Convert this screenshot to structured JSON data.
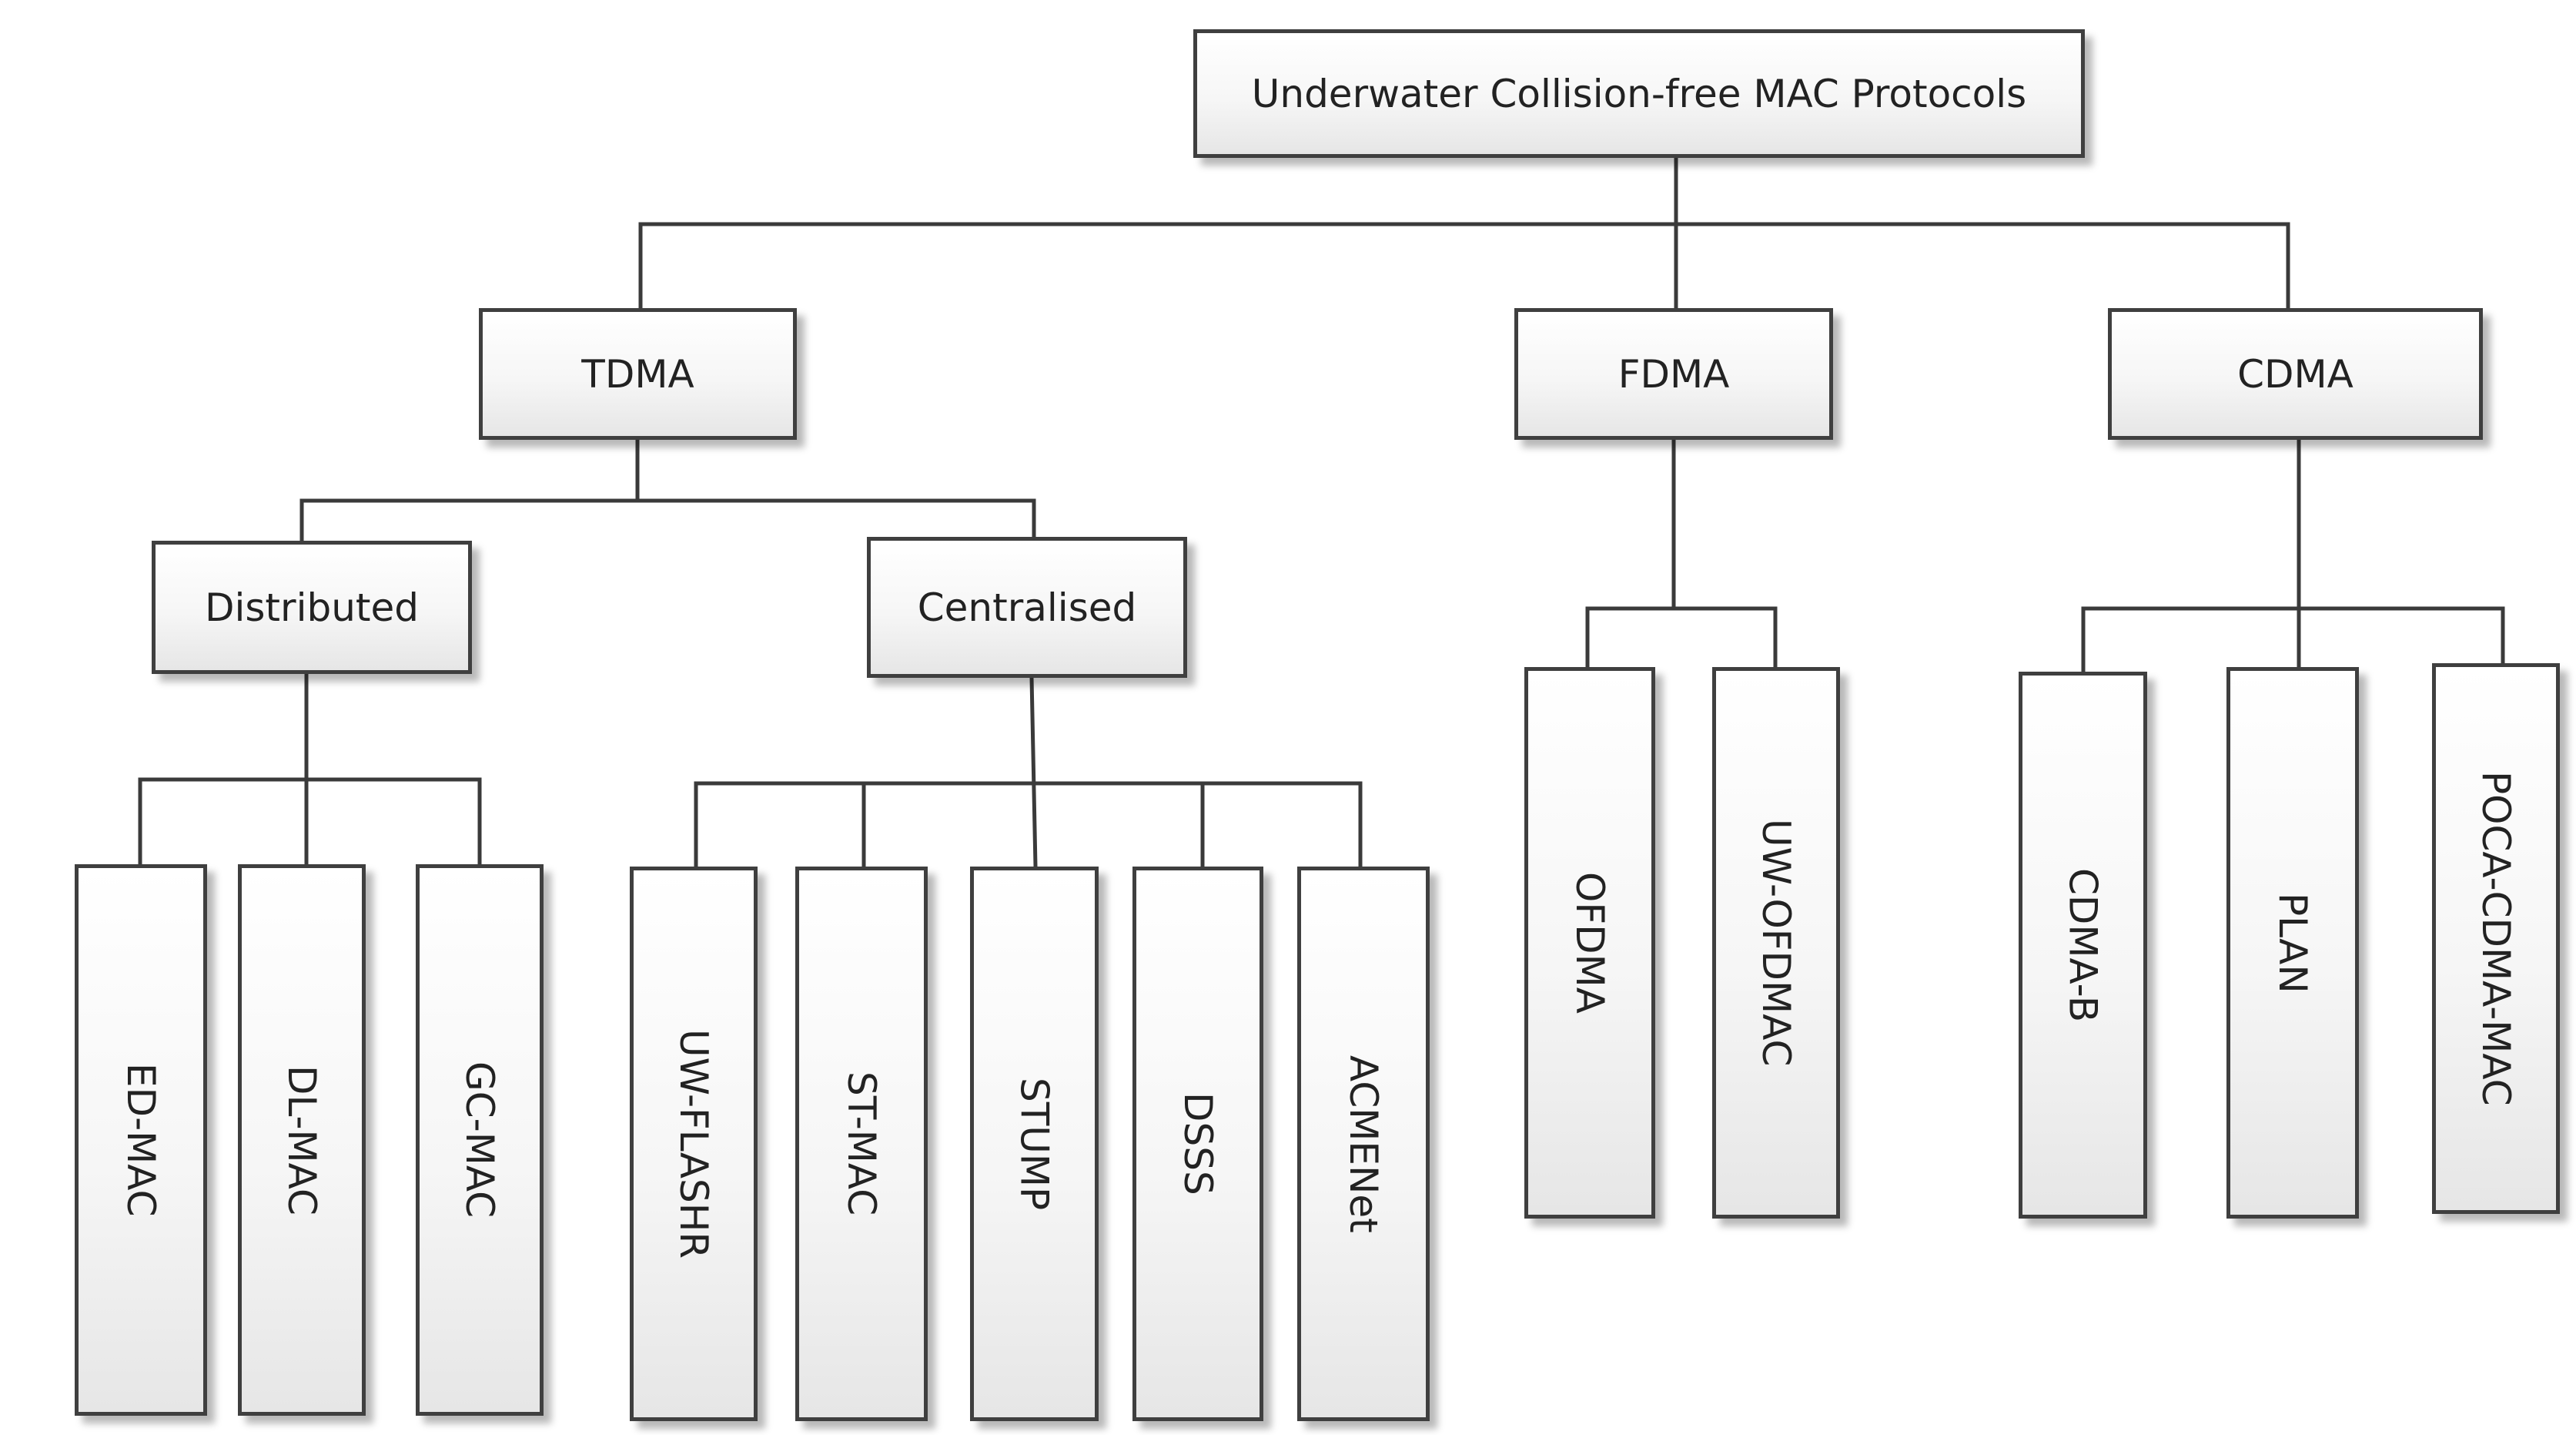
{
  "diagram": {
    "root": {
      "label": "Underwater Collision-free MAC Protocols"
    },
    "tdma": {
      "label": "TDMA",
      "distributed": {
        "label": "Distributed",
        "items": [
          "ED-MAC",
          "DL-MAC",
          "GC-MAC"
        ]
      },
      "centralised": {
        "label": "Centralised",
        "items": [
          "UW-FLASHR",
          "ST-MAC",
          "STUMP",
          "DSSS",
          "ACMENet"
        ]
      }
    },
    "fdma": {
      "label": "FDMA",
      "items": [
        "OFDMA",
        "UW-OFDMAC"
      ]
    },
    "cdma": {
      "label": "CDMA",
      "items": [
        "CDMA-B",
        "PLAN",
        "POCA-CDMA-MAC"
      ]
    }
  }
}
